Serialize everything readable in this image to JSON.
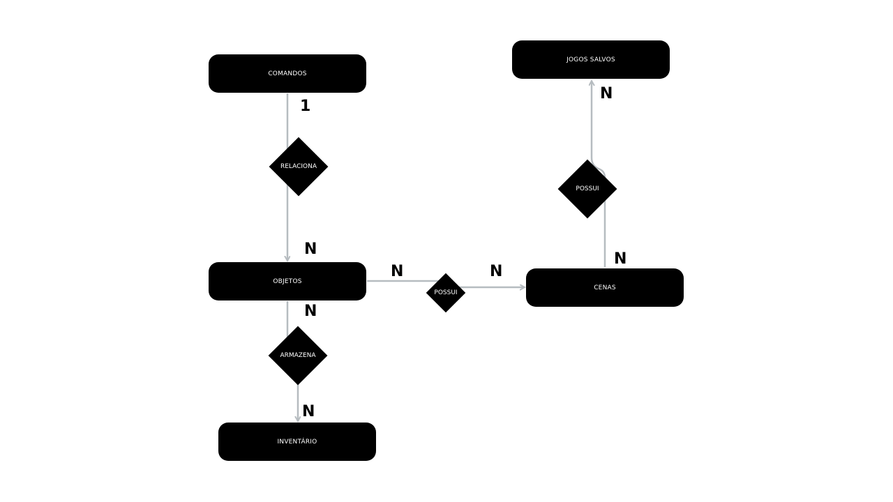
{
  "colors": {
    "shape": "#000000",
    "connector": "#b6bcc0",
    "text_on_shape": "#ffffff"
  },
  "entities": {
    "comandos": "COMANDOS",
    "objetos": "OBJETOS",
    "inventario": "INVENTÁRIO",
    "cenas": "CENAS",
    "jogos_salvos": "JOGOS SALVOS"
  },
  "relationships": {
    "relaciona": "RELACIONA",
    "armazena": "ARMAZENA",
    "possui_objetos_cenas": "POSSUI",
    "possui_cenas_jogos": "POSSUI"
  },
  "cardinalities": {
    "comandos_relaciona": "1",
    "relaciona_objetos": "N",
    "objetos_armazena": "N",
    "armazena_inventario": "N",
    "objetos_possui": "N",
    "possui_cenas": "N",
    "cenas_possui": "N",
    "possui_jogos": "N"
  }
}
